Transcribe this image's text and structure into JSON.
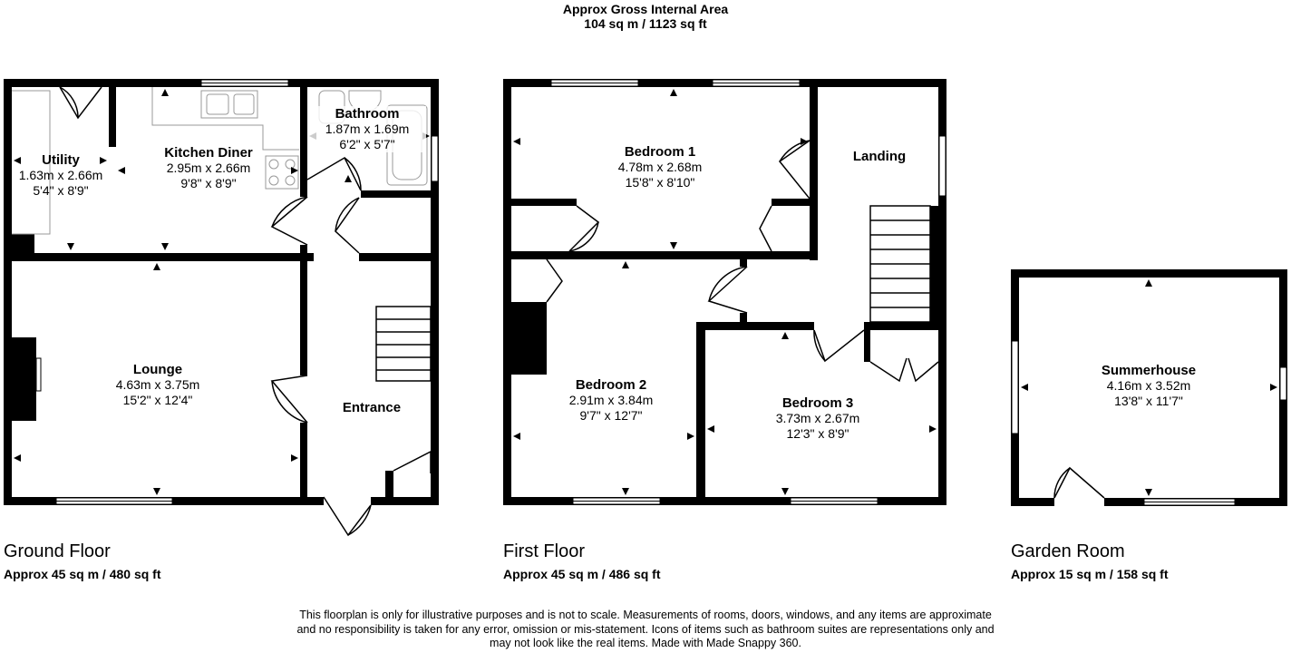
{
  "header": {
    "line1": "Approx Gross Internal Area",
    "line2": "104 sq m / 1123 sq ft"
  },
  "floors": {
    "ground": {
      "title": "Ground Floor",
      "area": "Approx 45 sq m / 480 sq ft"
    },
    "first": {
      "title": "First Floor",
      "area": "Approx 45 sq m / 486 sq ft"
    },
    "garden": {
      "title": "Garden Room",
      "area": "Approx 15 sq m / 158 sq ft"
    }
  },
  "rooms": {
    "utility": {
      "name": "Utility",
      "metric": "1.63m x 2.66m",
      "imperial": "5'4\" x 8'9\""
    },
    "kitchen": {
      "name": "Kitchen Diner",
      "metric": "2.95m x 2.66m",
      "imperial": "9'8\" x 8'9\""
    },
    "bathroom": {
      "name": "Bathroom",
      "metric": "1.87m x 1.69m",
      "imperial": "6'2\" x 5'7\""
    },
    "lounge": {
      "name": "Lounge",
      "metric": "4.63m x 3.75m",
      "imperial": "15'2\" x 12'4\""
    },
    "entrance": {
      "name": "Entrance"
    },
    "bedroom1": {
      "name": "Bedroom 1",
      "metric": "4.78m x 2.68m",
      "imperial": "15'8\" x 8'10\""
    },
    "landing": {
      "name": "Landing"
    },
    "bedroom2": {
      "name": "Bedroom 2",
      "metric": "2.91m x 3.84m",
      "imperial": "9'7\" x 12'7\""
    },
    "bedroom3": {
      "name": "Bedroom 3",
      "metric": "3.73m x 2.67m",
      "imperial": "12'3\" x 8'9\""
    },
    "summerhouse": {
      "name": "Summerhouse",
      "metric": "4.16m x 3.52m",
      "imperial": "13'8\" x 11'7\""
    }
  },
  "disclaimer": {
    "line1": "This floorplan is only for illustrative purposes and is not to scale. Measurements of rooms, doors, windows, and any items are approximate",
    "line2": "and no responsibility is taken for any error, omission or mis-statement. Icons of items such as bathroom suites are representations only and",
    "line3": "may not look like the real items. Made with Made Snappy 360."
  },
  "colors": {
    "wall": "#000000",
    "window": "#ffffff",
    "background": "#ffffff"
  }
}
